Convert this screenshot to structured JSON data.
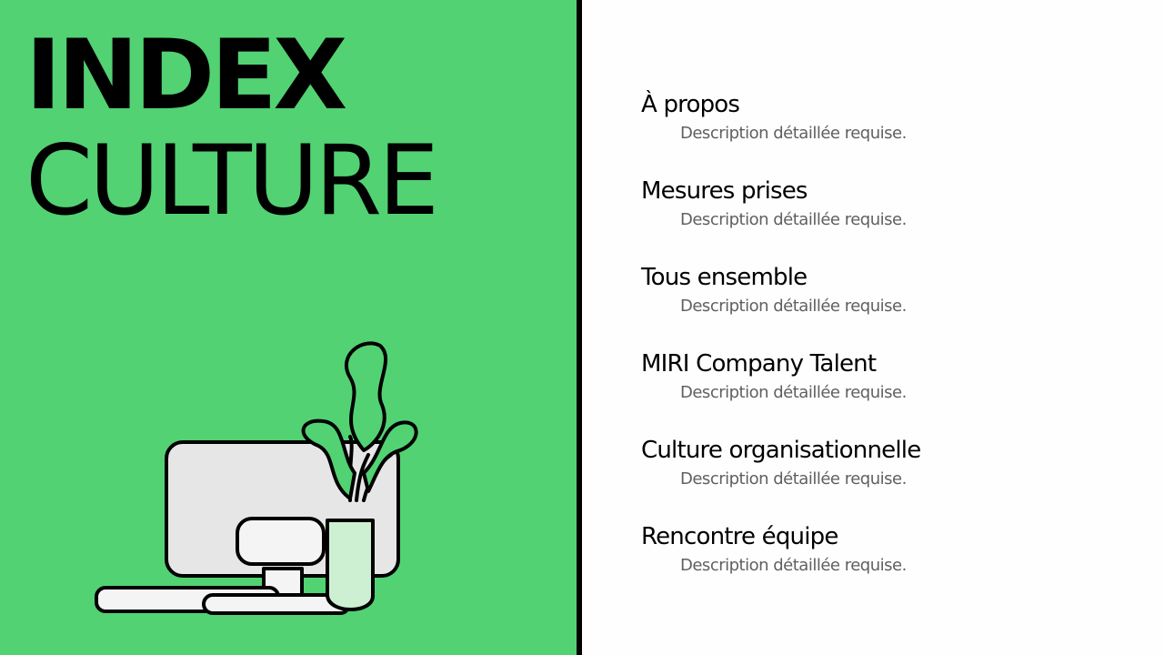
{
  "title": {
    "line1": "INDEX",
    "line2": "CULTURE"
  },
  "colors": {
    "background_left": "#52d273",
    "divider": "#000000",
    "text": "#000000",
    "description": "#606060"
  },
  "illustration": "desk-computer-plant-icon",
  "items": [
    {
      "label": "À propos",
      "description": "Description détaillée requise."
    },
    {
      "label": "Mesures prises",
      "description": "Description détaillée requise."
    },
    {
      "label": "Tous ensemble",
      "description": "Description détaillée requise."
    },
    {
      "label": "MIRI Company Talent",
      "description": "Description détaillée requise."
    },
    {
      "label": "Culture organisationnelle",
      "description": "Description détaillée requise."
    },
    {
      "label": "Rencontre équipe",
      "description": "Description détaillée requise."
    }
  ]
}
